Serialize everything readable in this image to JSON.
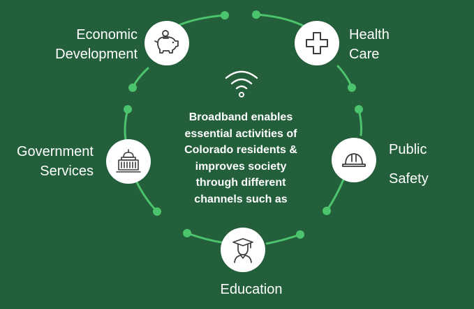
{
  "colors": {
    "background": "#235f3a",
    "accent": "#4cc46d",
    "node_fill": "#ffffff",
    "icon_stroke": "#3c3c3c",
    "text": "#ffffff"
  },
  "center": {
    "icon": "wifi-icon",
    "lines": [
      "Broadband enables",
      "essential activities of",
      "Colorado residents &",
      "improves society",
      "through different",
      "channels such as"
    ]
  },
  "channels": [
    {
      "id": "economic-development",
      "icon": "piggy-bank-icon",
      "lines": [
        "Economic",
        "Development"
      ]
    },
    {
      "id": "health-care",
      "icon": "medical-cross-icon",
      "lines": [
        "Health",
        "Care"
      ]
    },
    {
      "id": "public-safety",
      "icon": "hard-hat-icon",
      "lines": [
        "Public",
        "Safety"
      ]
    },
    {
      "id": "education",
      "icon": "graduate-icon",
      "lines": [
        "Education"
      ]
    },
    {
      "id": "government-services",
      "icon": "capitol-building-icon",
      "lines": [
        "Government",
        "Services"
      ]
    }
  ]
}
